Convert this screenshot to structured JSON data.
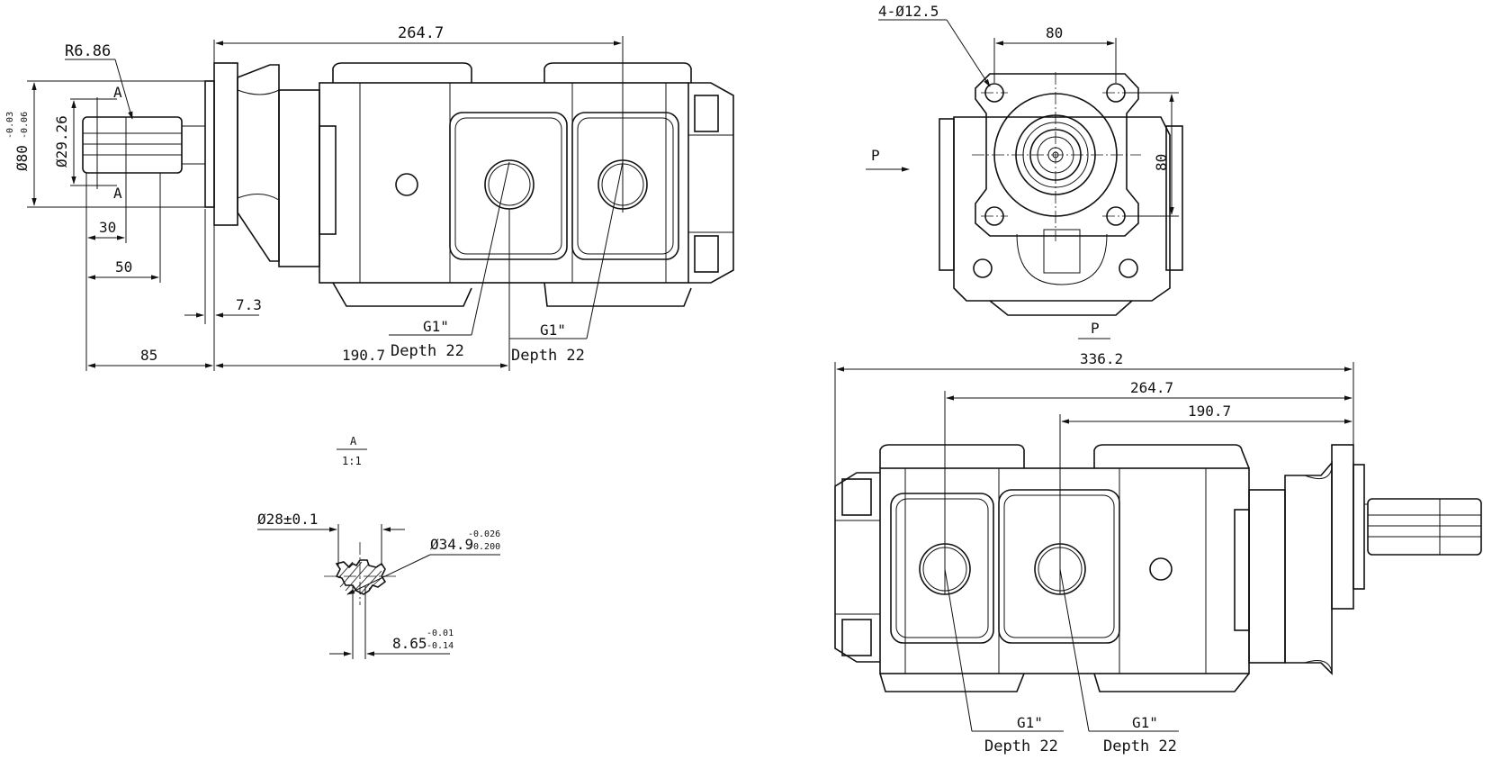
{
  "drawing": {
    "front_view": {
      "dim_overall_top": "264.7",
      "dim_r": "R6.86",
      "dim_flange_dia": "Ø80",
      "dim_flange_tol_upper": "-0.03",
      "dim_flange_tol_lower": "-0.06",
      "dim_spline_dia": "Ø29.26",
      "dim_30": "30",
      "dim_50": "50",
      "dim_7_3": "7.3",
      "dim_85": "85",
      "dim_190_7": "190.7",
      "section_mark_top": "A",
      "section_mark_bottom": "A",
      "port_1_thread": "G1\"",
      "port_1_depth": "Depth 22",
      "port_2_thread": "G1\"",
      "port_2_depth": "Depth 22"
    },
    "end_view": {
      "dim_holes": "4-Ø12.5",
      "dim_80_horizontal": "80",
      "dim_80_vertical": "80",
      "arrow_label": "P",
      "view_label": "P"
    },
    "bottom_view": {
      "dim_336_2": "336.2",
      "dim_264_7": "264.7",
      "dim_190_7": "190.7",
      "port_1_thread": "G1\"",
      "port_1_depth": "Depth 22",
      "port_2_thread": "G1\"",
      "port_2_depth": "Depth 22"
    },
    "section_detail": {
      "title": "A",
      "scale": "1:1",
      "dim_minor": "Ø28±0.1",
      "dim_major": "Ø34.9",
      "dim_major_tol_upper": "-0.026",
      "dim_major_tol_lower": "-0.200",
      "dim_tooth": "8.65",
      "dim_tooth_tol_upper": "-0.01",
      "dim_tooth_tol_lower": "-0.14"
    }
  }
}
